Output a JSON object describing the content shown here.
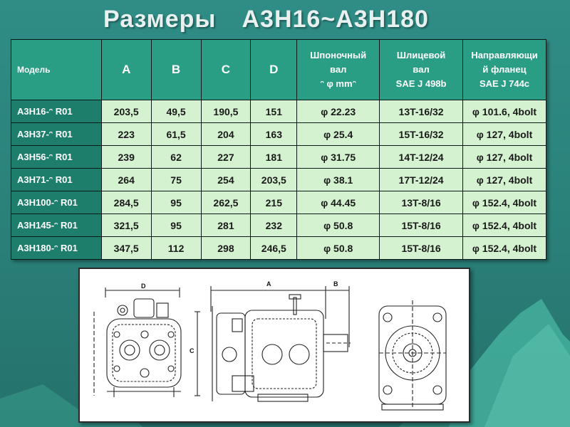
{
  "title": {
    "part1": "Размеры",
    "part2": "A3H16~A3H180"
  },
  "table": {
    "headers": {
      "model": "Модель",
      "a": "A",
      "b": "B",
      "c": "C",
      "d": "D",
      "key_shaft": [
        "Шпоночный",
        "вал",
        "ᵔ φ mmᵔ"
      ],
      "spline_shaft": [
        "Шлицевой",
        "вал",
        "SAE J 498b"
      ],
      "flange": [
        "Направляющи",
        "й фланец",
        "SAE J 744c"
      ]
    },
    "rows": [
      {
        "model": "A3H16-ᵔ R01",
        "a": "203,5",
        "b": "49,5",
        "c": "190,5",
        "d": "151",
        "key": "φ 22.23",
        "spline": "13T-16/32",
        "flange": "φ 101.6, 4bolt"
      },
      {
        "model": "A3H37-ᵔ R01",
        "a": "223",
        "b": "61,5",
        "c": "204",
        "d": "163",
        "key": "φ 25.4",
        "spline": "15T-16/32",
        "flange": "φ 127, 4bolt"
      },
      {
        "model": "A3H56-ᵔ R01",
        "a": "239",
        "b": "62",
        "c": "227",
        "d": "181",
        "key": "φ 31.75",
        "spline": "14T-12/24",
        "flange": "φ 127, 4bolt"
      },
      {
        "model": "A3H71-ᵔ R01",
        "a": "264",
        "b": "75",
        "c": "254",
        "d": "203,5",
        "key": "φ 38.1",
        "spline": "17T-12/24",
        "flange": "φ 127, 4bolt"
      },
      {
        "model": "A3H100-ᵔ R01",
        "a": "284,5",
        "b": "95",
        "c": "262,5",
        "d": "215",
        "key": "φ 44.45",
        "spline": "13T-8/16",
        "flange": "φ 152.4, 4bolt"
      },
      {
        "model": "A3H145-ᵔ R01",
        "a": "321,5",
        "b": "95",
        "c": "281",
        "d": "232",
        "key": "φ 50.8",
        "spline": "15T-8/16",
        "flange": "φ 152.4, 4bolt"
      },
      {
        "model": "A3H180-ᵔ R01",
        "a": "347,5",
        "b": "112",
        "c": "298",
        "d": "246,5",
        "key": "φ 50.8",
        "spline": "15T-8/16",
        "flange": "φ 152.4, 4bolt"
      }
    ]
  },
  "drawing": {
    "label_d": "D",
    "label_a": "A",
    "label_b": "B",
    "label_c": "C"
  },
  "colors": {
    "background": "#2a8079",
    "header_bg": "#2a9e84",
    "model_cell_bg": "#1d7e6c",
    "data_cell_bg": "#d4f2d0",
    "mountains": "#3fa796"
  }
}
